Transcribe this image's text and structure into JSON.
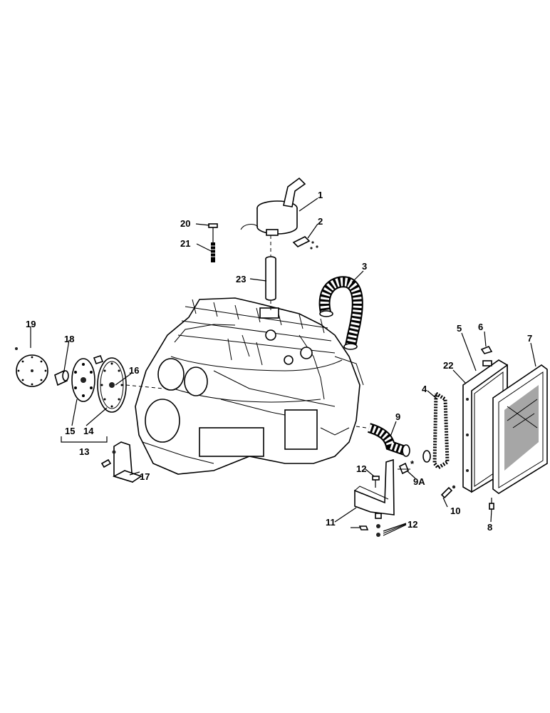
{
  "diagram": {
    "callouts": [
      {
        "id": "muffler",
        "text": "1"
      },
      {
        "id": "muffler-clamp",
        "text": "2"
      },
      {
        "id": "air-hose-upper",
        "text": "3"
      },
      {
        "id": "radiator-gasket",
        "text": "4"
      },
      {
        "id": "radiator",
        "text": "5"
      },
      {
        "id": "radiator-cap",
        "text": "6"
      },
      {
        "id": "radiator-grille",
        "text": "7"
      },
      {
        "id": "grille-bolt",
        "text": "8"
      },
      {
        "id": "hose-lower",
        "text": "9"
      },
      {
        "id": "hose-fitting",
        "text": "9A"
      },
      {
        "id": "fitting-star",
        "text": "*"
      },
      {
        "id": "radiator-bolt",
        "text": "10"
      },
      {
        "id": "mount-bracket",
        "text": "11"
      },
      {
        "id": "bracket-bolt",
        "text": "12"
      },
      {
        "id": "bracket-hardware",
        "text": "12"
      },
      {
        "id": "coupling-assembly",
        "text": "13"
      },
      {
        "id": "coupling-plate",
        "text": "14"
      },
      {
        "id": "coupling-disc",
        "text": "15"
      },
      {
        "id": "flywheel-bolt",
        "text": "16"
      },
      {
        "id": "front-bracket",
        "text": "17"
      },
      {
        "id": "hub",
        "text": "18"
      },
      {
        "id": "cover-plate",
        "text": "19"
      },
      {
        "id": "bolt",
        "text": "20"
      },
      {
        "id": "long-bolt",
        "text": "21"
      },
      {
        "id": "cooler-plate",
        "text": "22"
      },
      {
        "id": "exhaust-pipe",
        "text": "23"
      }
    ]
  }
}
